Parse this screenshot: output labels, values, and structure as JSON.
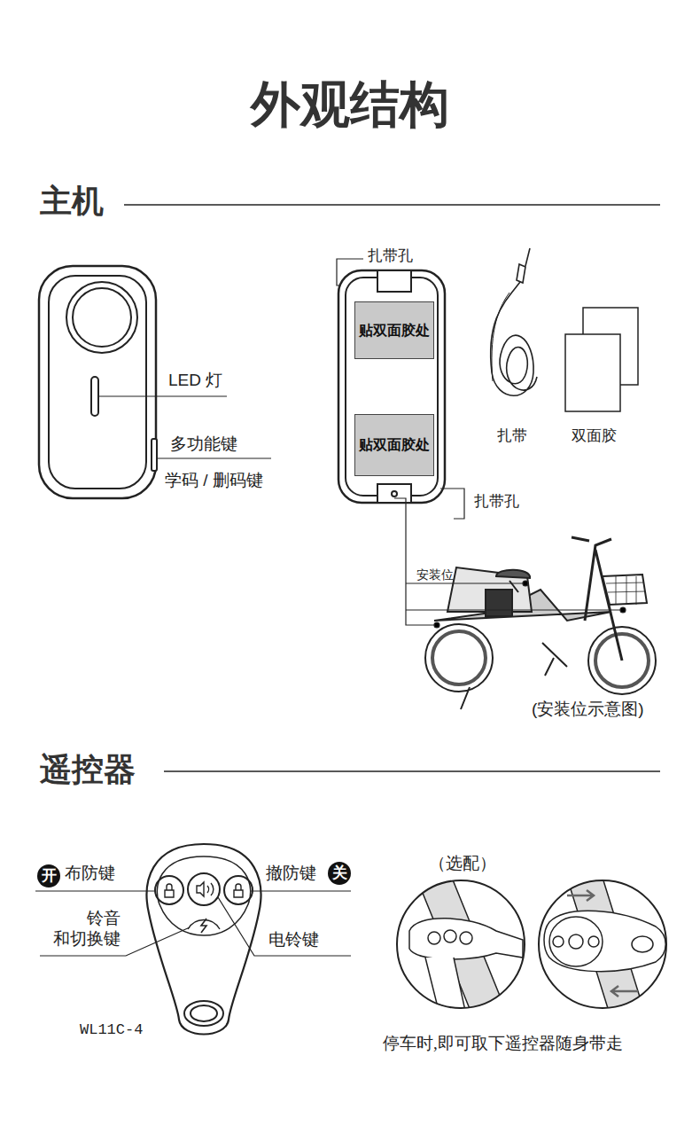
{
  "diagram": {
    "title": "外观结构",
    "nodes": [
      {
        "text": [
          "贴双面胶处"
        ]
      },
      {
        "text": [
          "贴双面胶处"
        ]
      },
      {
        "text": [
          "开"
        ]
      },
      {
        "text": [
          "关"
        ]
      }
    ],
    "labels": [
      "主机",
      "LED 灯",
      "多功能键",
      "学码 / 删码键",
      "扎带孔",
      "扎带孔",
      "扎带",
      "双面胶",
      "安装位",
      "(安装位示意图)",
      "遥控器",
      "布防键",
      "撤防键",
      "铃音 和切换键",
      "电铃键",
      "WL11C-4",
      "（选配）",
      "停车时,即可取下遥控器随身带走"
    ]
  }
}
